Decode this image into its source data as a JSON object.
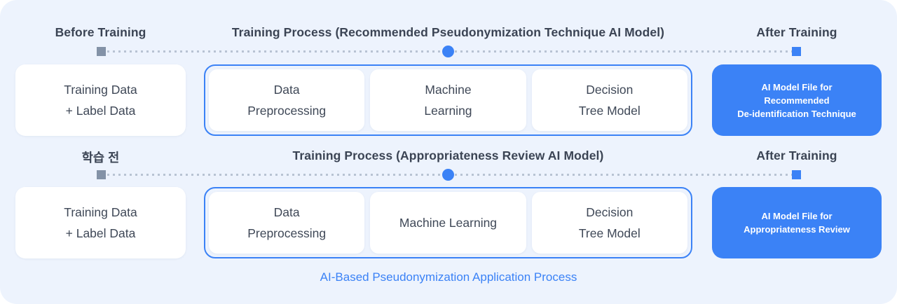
{
  "colors": {
    "background": "#EDF3FD",
    "accent_blue": "#3B82F6",
    "marker_gray": "#8392A7",
    "dotted_line": "#B8C3D3",
    "text_dark": "#3B4454",
    "box_text": "#3F4857",
    "box_white": "#FFFFFF"
  },
  "rows": [
    {
      "header": {
        "before": "Before Training",
        "process": "Training Process (Recommended Pseudonymization Technique AI Model)",
        "after": "After Training"
      },
      "input": {
        "line1": "Training Data",
        "line2": "+ Label Data"
      },
      "steps": [
        {
          "line1": "Data",
          "line2": "Preprocessing"
        },
        {
          "line1": "Machine",
          "line2": "Learning"
        },
        {
          "line1": "Decision",
          "line2": "Tree Model"
        }
      ],
      "output": {
        "line1": "AI Model File for",
        "line2": "Recommended",
        "line3": "De-identification Technique"
      }
    },
    {
      "header": {
        "before": "학습 전",
        "process": "Training Process (Appropriateness Review AI Model)",
        "after": "After Training"
      },
      "input": {
        "line1": "Training Data",
        "line2": "+ Label Data"
      },
      "steps": [
        {
          "line1": "Data",
          "line2": "Preprocessing"
        },
        {
          "line1": "Machine Learning"
        },
        {
          "line1": "Decision",
          "line2": "Tree Model"
        }
      ],
      "output": {
        "line1": "AI Model File for",
        "line2": "Appropriateness Review"
      }
    }
  ],
  "caption": "AI-Based Pseudonymization Application Process"
}
